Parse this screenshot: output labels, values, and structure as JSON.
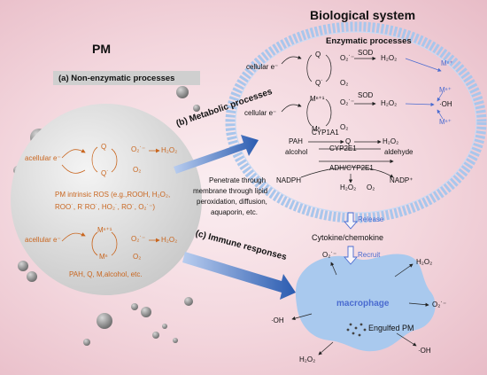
{
  "title_pm": "PM",
  "title_bio": "Biological system",
  "non_enzymatic": "(a) Non-enzymatic processes",
  "enzymatic": "Enzymatic processes",
  "metabolic": "(b) Metabolic processes",
  "immune": "(c) Immune responses",
  "penetrate": [
    "Penetrate through",
    "membrane through lipid",
    "peroxidation, diffusion,",
    "aquaporin, etc."
  ],
  "pm_cycle1": {
    "e": "acellular e⁻",
    "q": "Q",
    "qm": "Q˙",
    "o2m": "O₂˙⁻",
    "o2": "O₂",
    "h2o2": "H₂O₂"
  },
  "pm_ros": [
    "PM intrinsic ROS (e.g.,ROOH, H₂O₂,",
    "ROO˙, R˙RO˙, HO₂˙, RO˙, O₂˙⁻)"
  ],
  "pm_cycle2": {
    "e": "acellular e⁻",
    "mn1": "Mⁿ⁺¹",
    "mn": "Mⁿ",
    "o2m": "O₂˙⁻",
    "o2": "O₂",
    "h2o2": "H₂O₂"
  },
  "pm_other": "PAH, Q, M,alcohol, etc.",
  "cell1": {
    "e": "cellular e⁻",
    "q": "Q",
    "qm": "Q˙",
    "o2m": "O₂˙⁻",
    "sod": "SOD",
    "o2": "O₂",
    "h2o2": "H₂O₂",
    "m": "Mⁿ⁺"
  },
  "cell2": {
    "e": "cellular e⁻",
    "mn1": "Mⁿ⁺¹",
    "mn": "Mⁿ",
    "o2m": "O₂˙⁻",
    "sod": "SOD",
    "o2": "O₂",
    "h2o2": "H₂O₂",
    "m1": "Mⁿ⁺",
    "oh": "·OH",
    "m2": "Mⁿ⁺"
  },
  "pah_row": {
    "pah": "PAH",
    "cyp": "CYP1A1",
    "q": "Q",
    "h2o2": "H₂O₂",
    "alcohol": "alcohol",
    "cyp2": "CYP2E1",
    "aldehyde": "aldehyde",
    "adh": "ADH/CYP2E1"
  },
  "nadph_row": {
    "nadph": "NADPH",
    "nadp": "NADP⁺",
    "h2o2": "H₂O₂",
    "o2": "O₂"
  },
  "release": "Release",
  "cytokine": "Cytokine/chemokine",
  "recruit": "Recruit",
  "macro": {
    "o2m": "O₂˙⁻",
    "h2o2a": "H₂O₂",
    "name": "macrophage",
    "o2m2": "O₂˙⁻",
    "engulfed": "Engulfed PM",
    "oh1": "·OH",
    "oh2": "·OH",
    "h2o2b": "H₂O₂"
  },
  "colors": {
    "orange": "#c9661f",
    "blue": "#4a6bd0",
    "macrophage": "#a9c9ee"
  }
}
